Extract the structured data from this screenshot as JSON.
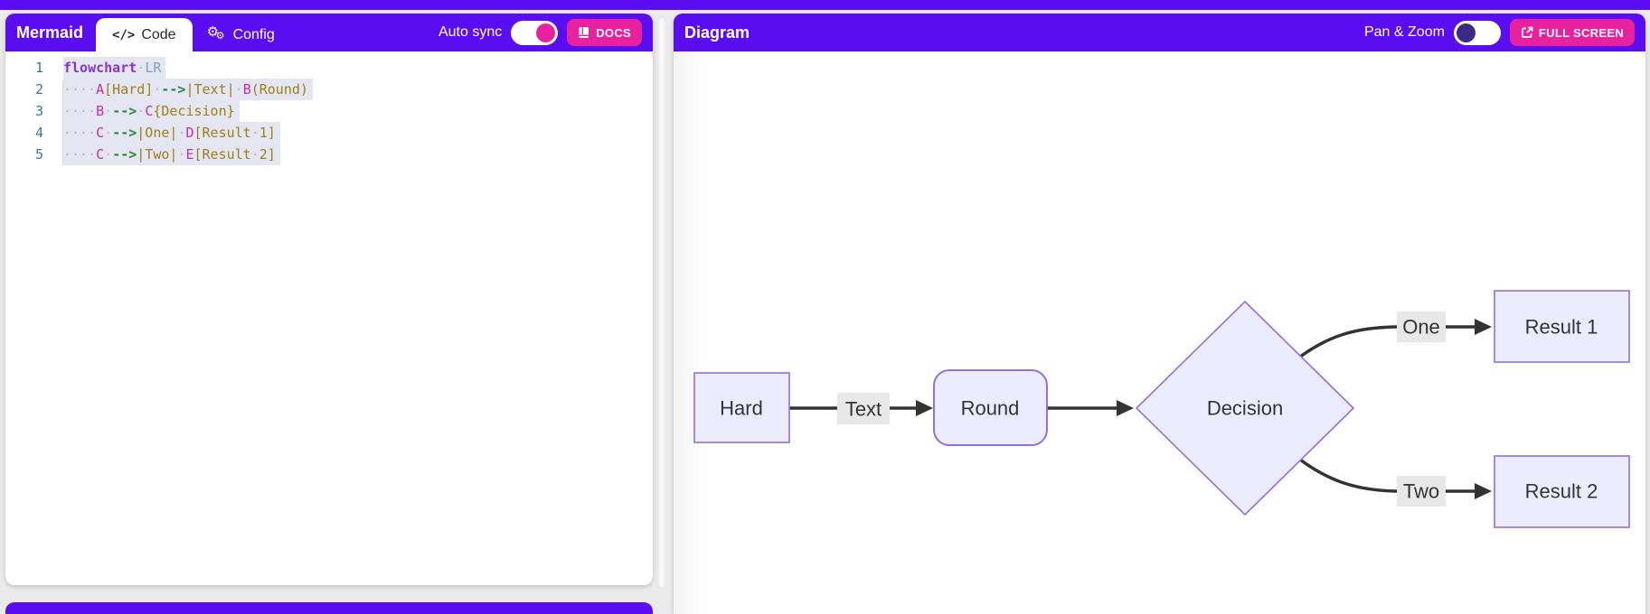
{
  "editor_panel": {
    "title": "Mermaid",
    "tabs": [
      {
        "label": "Code",
        "icon": "code-icon",
        "active": true
      },
      {
        "label": "Config",
        "icon": "gear-icon",
        "active": false
      }
    ],
    "auto_sync": {
      "label": "Auto sync",
      "state": "on"
    },
    "docs_button": {
      "label": "DOCS",
      "icon": "book-icon"
    },
    "code": {
      "lines": [
        {
          "num": "1",
          "text": "flowchart LR",
          "tokens": [
            {
              "t": "flowchart",
              "c": "kw"
            },
            {
              "t": "·",
              "c": "ws"
            },
            {
              "t": "LR",
              "c": "type"
            }
          ]
        },
        {
          "num": "2",
          "text": "    A[Hard] -->|Text| B(Round)",
          "tokens": [
            {
              "t": "····",
              "c": "ws"
            },
            {
              "t": "A",
              "c": "node"
            },
            {
              "t": "[Hard]",
              "c": "str"
            },
            {
              "t": "·",
              "c": "ws"
            },
            {
              "t": "-->",
              "c": "arrow"
            },
            {
              "t": "|Text|",
              "c": "str"
            },
            {
              "t": "·",
              "c": "ws"
            },
            {
              "t": "B",
              "c": "node"
            },
            {
              "t": "(Round)",
              "c": "str"
            }
          ]
        },
        {
          "num": "3",
          "text": "    B --> C{Decision}",
          "tokens": [
            {
              "t": "····",
              "c": "ws"
            },
            {
              "t": "B",
              "c": "node"
            },
            {
              "t": "·",
              "c": "ws"
            },
            {
              "t": "-->",
              "c": "arrow"
            },
            {
              "t": "·",
              "c": "ws"
            },
            {
              "t": "C",
              "c": "node"
            },
            {
              "t": "{Decision}",
              "c": "str"
            }
          ]
        },
        {
          "num": "4",
          "text": "    C -->|One| D[Result 1]",
          "tokens": [
            {
              "t": "····",
              "c": "ws"
            },
            {
              "t": "C",
              "c": "node"
            },
            {
              "t": "·",
              "c": "ws"
            },
            {
              "t": "-->",
              "c": "arrow"
            },
            {
              "t": "|One|",
              "c": "str"
            },
            {
              "t": "·",
              "c": "ws"
            },
            {
              "t": "D",
              "c": "node"
            },
            {
              "t": "[Result",
              "c": "str"
            },
            {
              "t": "·",
              "c": "ws"
            },
            {
              "t": "1]",
              "c": "str"
            }
          ]
        },
        {
          "num": "5",
          "text": "    C -->|Two| E[Result 2]",
          "tokens": [
            {
              "t": "····",
              "c": "ws"
            },
            {
              "t": "C",
              "c": "node"
            },
            {
              "t": "·",
              "c": "ws"
            },
            {
              "t": "-->",
              "c": "arrow"
            },
            {
              "t": "|Two|",
              "c": "str"
            },
            {
              "t": "·",
              "c": "ws"
            },
            {
              "t": "E",
              "c": "node"
            },
            {
              "t": "[Result",
              "c": "str"
            },
            {
              "t": "·",
              "c": "ws"
            },
            {
              "t": "2]",
              "c": "str"
            }
          ]
        }
      ]
    }
  },
  "diagram_panel": {
    "title": "Diagram",
    "pan_zoom": {
      "label": "Pan & Zoom",
      "state": "off"
    },
    "fullscreen_button": {
      "label": "FULL SCREEN",
      "icon": "external-link-icon"
    }
  },
  "flowchart": {
    "direction": "LR",
    "nodes": [
      {
        "id": "A",
        "label": "Hard",
        "shape": "rect"
      },
      {
        "id": "B",
        "label": "Round",
        "shape": "rounded"
      },
      {
        "id": "C",
        "label": "Decision",
        "shape": "diamond"
      },
      {
        "id": "D",
        "label": "Result 1",
        "shape": "rect"
      },
      {
        "id": "E",
        "label": "Result 2",
        "shape": "rect"
      }
    ],
    "edges": [
      {
        "from": "A",
        "to": "B",
        "label": "Text"
      },
      {
        "from": "B",
        "to": "C",
        "label": ""
      },
      {
        "from": "C",
        "to": "D",
        "label": "One"
      },
      {
        "from": "C",
        "to": "E",
        "label": "Two"
      }
    ]
  },
  "colors": {
    "header_purple": "#5A0DF0",
    "accent_pink": "#E9219E",
    "toggle_off_knob": "#3A2A85",
    "node_fill": "#ECECFF",
    "node_stroke": "#9370DB",
    "edge_color": "#333333",
    "edge_label_bg": "#E8E8E8",
    "syntax": {
      "keyword": "#8B33CC",
      "direction": "#74A3C4",
      "node_id": "#C22FAE",
      "bracket_text": "#9E7E18",
      "arrow": "#258937",
      "whitespace": "#B9BDC9",
      "line_number": "#3377AD",
      "selection_bg": "#E4E7F1"
    }
  }
}
